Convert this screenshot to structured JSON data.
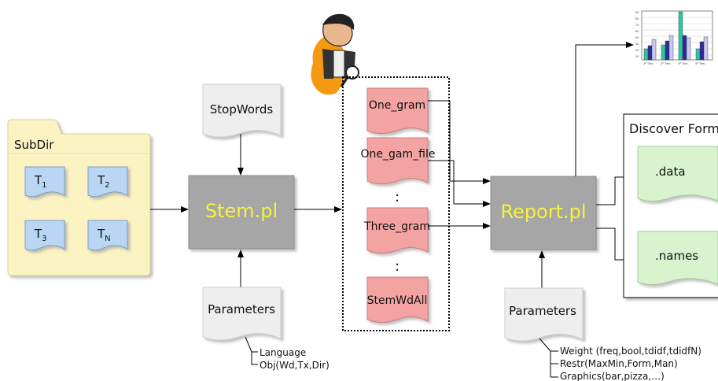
{
  "folder": {
    "label": "SubDir",
    "files": [
      {
        "base": "T",
        "sub": "1"
      },
      {
        "base": "T",
        "sub": "2"
      },
      {
        "base": "T",
        "sub": "3"
      },
      {
        "base": "T",
        "sub": "N"
      }
    ]
  },
  "stem": {
    "label": "Stem.pl",
    "stopwords": "StopWords",
    "parameters": "Parameters",
    "param_notes": [
      "Language",
      "Obj(Wd,Tx,Dir)"
    ]
  },
  "outputs": {
    "items": [
      "One_gram",
      "One_gam_file",
      "Three_gram",
      "StemWdAll"
    ],
    "ellipsis": ":"
  },
  "report": {
    "label": "Report.pl",
    "parameters": "Parameters",
    "param_notes": [
      "Weight (freq,bool,tdidf,tdidfN)",
      "Restr(MaxMin,Form,Man)",
      "Graphics(bar,pizza,…)"
    ]
  },
  "discover": {
    "title": "Discover Format",
    "files": [
      ".data",
      ".names"
    ]
  },
  "icons": [
    "person-with-magnifier-icon",
    "bar-chart-icon",
    "folder-icon",
    "document-icon"
  ],
  "colors": {
    "folder": "#fbf3c2",
    "file_blue": "#b9d6f4",
    "process_gray": "#a6a6a6",
    "process_text": "#f5f33a",
    "output_red": "#f4a3a3",
    "discover_green": "#d8f4cf",
    "param_doc": "#eeeeee"
  }
}
